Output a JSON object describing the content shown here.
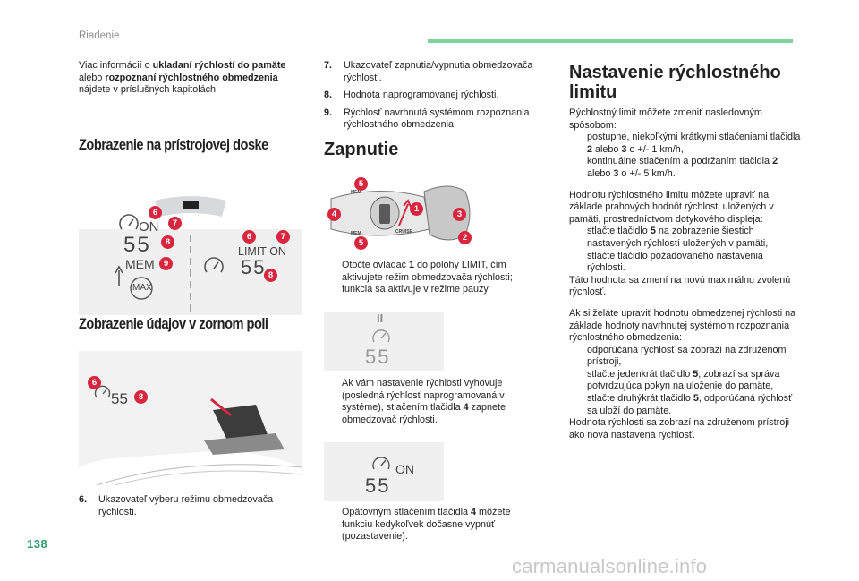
{
  "header": {
    "section": "Riadenie",
    "accent_color": "#7ed29a"
  },
  "page_number": "138",
  "col1": {
    "intro_pre": "Viac informácií o ",
    "intro_b1": "ukladaní rýchlostí do pamäte",
    "intro_mid": " alebo ",
    "intro_b2": "rozpoznaní rýchlostného obmedzenia",
    "intro_post": " nájdete v príslušných kapitolách.",
    "heading1": "Zobrazenie na prístrojovej doske",
    "cluster": {
      "on": "ON",
      "speed": "55",
      "mem": "MEM",
      "max": "MAX",
      "limit_on": "LIMIT ON",
      "speed2": "55",
      "badges": [
        "6",
        "7",
        "8",
        "9",
        "6",
        "7",
        "8"
      ]
    },
    "heading2": "Zobrazenie údajov v zornom poli",
    "hud": {
      "speed": "55",
      "badges": [
        "6",
        "8"
      ]
    },
    "item6_num": "6.",
    "item6_text": "Ukazovateľ výberu režimu obmedzovača rýchlosti."
  },
  "col2": {
    "items": [
      {
        "num": "7.",
        "text": "Ukazovateľ zapnutia/vypnutia obmedzovača rýchlosti."
      },
      {
        "num": "8.",
        "text": "Hodnota naprogramovanej rýchlosti."
      },
      {
        "num": "9.",
        "text": "Rýchlosť navrhnutá systémom rozpoznania rýchlostného obmedzenia."
      }
    ],
    "heading": "Zapnutie",
    "stalk": {
      "mem1": "MEM",
      "mem2": "MEM",
      "cruise": "CRUISE",
      "badges": [
        "5",
        "3",
        "1",
        "4",
        "5",
        "2"
      ]
    },
    "b1_pre": "Otočte ovládač ",
    "b1_b": "1",
    "b1_post": " do polohy LIMIT, čím aktivujete režim obmedzovača rýchlosti; funkcia sa aktivuje v režime pauzy.",
    "panel1": {
      "pause": "II",
      "speed": "55"
    },
    "b2_pre": "Ak vám nastavenie rýchlosti vyhovuje (posledná rýchlosť naprogramovaná v systéme), stlačením tlačidla ",
    "b2_b": "4",
    "b2_post": " zapnete obmedzovač rýchlosti.",
    "panel2": {
      "on": "ON",
      "speed": "55"
    },
    "b3_pre": "Opätovným stlačením tlačidla ",
    "b3_b": "4",
    "b3_post": " môžete funkciu kedykoľvek dočasne vypnúť (pozastavenie)."
  },
  "col3": {
    "heading": "Nastavenie rýchlostného limitu",
    "p1": "Rýchlostný limit môžete zmeniť nasledovným spôsobom:",
    "b1_pre": "postupne, niekoľkými krátkymi stlačeniami tlačidla ",
    "b1_b1": "2",
    "b1_mid": " alebo ",
    "b1_b2": "3",
    "b1_post": " o +/- 1 km/h,",
    "b2_pre": "kontinuálne stlačením a podržaním tlačidla ",
    "b2_b1": "2",
    "b2_mid": " alebo ",
    "b2_b2": "3",
    "b2_post": " o +/- 5 km/h.",
    "p2": "Hodnotu rýchlostného limitu môžete upraviť na základe prahových hodnôt rýchlosti uložených v pamäti, prostredníctvom dotykového displeja:",
    "b3_pre": "stlačte tlačidlo ",
    "b3_b": "5",
    "b3_post": " na zobrazenie šiestich nastavených rýchlostí uložených v pamäti,",
    "b4": "stlačte tlačidlo požadovaného nastavenia rýchlosti.",
    "p3": "Táto hodnota sa zmení na novú maximálnu zvolenú rýchlosť.",
    "p4": "Ak si želáte upraviť hodnotu obmedzenej rýchlosti na základe hodnoty navrhnutej systémom rozpoznania rýchlostného obmedzenia:",
    "b5": "odporúčaná rýchlosť sa zobrazí na združenom prístroji,",
    "b6_pre": "stlačte jedenkrát tlačidlo ",
    "b6_b": "5",
    "b6_post": ", zobrazí sa správa potvrdzujúca pokyn na uloženie do pamäte,",
    "b7_pre": "stlačte druhýkrát tlačidlo ",
    "b7_b": "5",
    "b7_post": ", odporúčaná rýchlosť sa uloží do pamäte.",
    "p5": "Hodnota rýchlosti sa zobrazí na združenom prístroji ako nová nastavená rýchlosť."
  },
  "bullet_mark": "",
  "watermark": "carmanualsonline.info"
}
